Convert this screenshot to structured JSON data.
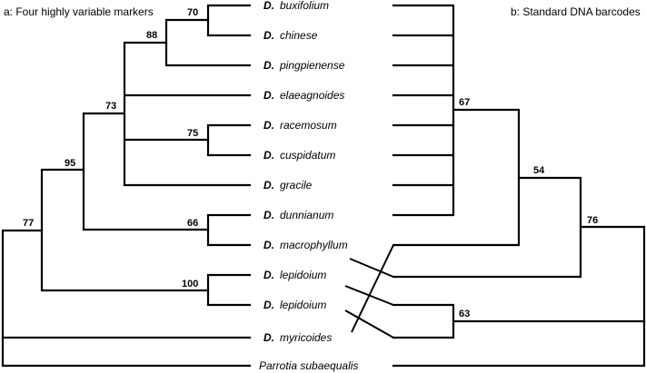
{
  "figure": {
    "panel_a_title": "a: Four highly variable markers",
    "panel_b_title": "b: Standard DNA barcodes"
  },
  "taxa": [
    {
      "genus": "D.",
      "epithet": "buxifolium"
    },
    {
      "genus": "D.",
      "epithet": "chinese"
    },
    {
      "genus": "D.",
      "epithet": "pingpienense"
    },
    {
      "genus": "D.",
      "epithet": "elaeagnoides"
    },
    {
      "genus": "D.",
      "epithet": "racemosum"
    },
    {
      "genus": "D.",
      "epithet": "cuspidatum"
    },
    {
      "genus": "D.",
      "epithet": "gracile"
    },
    {
      "genus": "D.",
      "epithet": "dunnianum"
    },
    {
      "genus": "D.",
      "epithet": "macrophyllum"
    },
    {
      "genus": "D.",
      "epithet": "lepidoium"
    },
    {
      "genus": "D.",
      "epithet": "lepidoium"
    },
    {
      "genus": "D.",
      "epithet": "myricoides"
    }
  ],
  "outgroup": {
    "name": "Parrotia subaequalis"
  },
  "tree_a_support": {
    "buxifolium_chinese": "70",
    "with_pingpienense": "88",
    "racemosum_cuspidatum": "75",
    "core_clade": "73",
    "dunnianum_macrophyllum": "66",
    "ingroup_upper": "95",
    "lepidoium_pair": "100",
    "ingroup_all": "77"
  },
  "tree_b_support": {
    "polytomy": "67",
    "with_macrophyllum": "54",
    "lepidoium_myricoides": "63",
    "ingroup_all": "76"
  }
}
